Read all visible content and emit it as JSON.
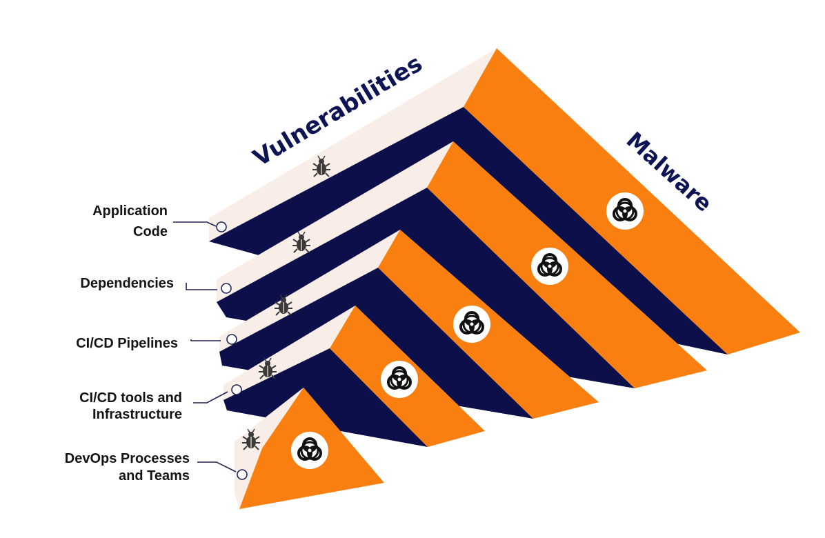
{
  "title_left": "Vulnerabilities",
  "title_right": "Malware",
  "colors": {
    "face_light": "#f9ede8",
    "band_dark": "#0d0f4a",
    "face_orange": "#f98010",
    "label_text": "#141414",
    "title_text": "#0d1454",
    "leader": "#1e2255"
  },
  "layers": [
    {
      "name": "Application Code",
      "label_lines": [
        "Application",
        "Code"
      ],
      "vulnerability_icon": "bug-icon",
      "malware_icon": "biohazard-icon"
    },
    {
      "name": "Dependencies",
      "label_lines": [
        "Dependencies"
      ],
      "vulnerability_icon": "bug-icon",
      "malware_icon": "biohazard-icon"
    },
    {
      "name": "CI/CD Pipelines",
      "label_lines": [
        "CI/CD Pipelines"
      ],
      "vulnerability_icon": "bug-icon",
      "malware_icon": "biohazard-icon"
    },
    {
      "name": "CI/CD tools and Infrastructure",
      "label_lines": [
        "CI/CD tools and",
        "Infrastructure"
      ],
      "vulnerability_icon": "bug-icon",
      "malware_icon": "biohazard-icon"
    },
    {
      "name": "DevOps Processes and Teams",
      "label_lines": [
        "DevOps Processes",
        "and Teams"
      ],
      "vulnerability_icon": "bug-icon",
      "malware_icon": "biohazard-icon"
    }
  ]
}
